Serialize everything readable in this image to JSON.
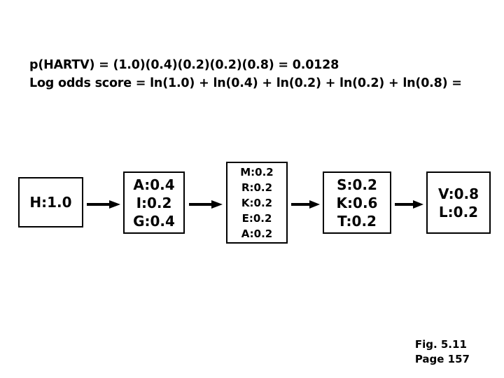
{
  "slide": {
    "equations": [
      "p(HARTV) = (1.0)(0.4)(0.2)(0.2)(0.8) = 0.0128",
      "Log odds score = ln(1.0) + ln(0.4) + ln(0.2) + ln(0.2) + ln(0.8) ="
    ],
    "diagram": {
      "type": "chain",
      "arrow_count": 4,
      "nodes": [
        {
          "lines": [
            "H:1.0"
          ]
        },
        {
          "lines": [
            "A:0.4",
            "I:0.2",
            "G:0.4"
          ]
        },
        {
          "lines": [
            "M:0.2",
            "R:0.2",
            "K:0.2",
            "E:0.2",
            "A:0.2"
          ]
        },
        {
          "lines": [
            "S:0.2",
            "K:0.6",
            "T:0.2"
          ]
        },
        {
          "lines": [
            "V:0.8",
            "L:0.2"
          ]
        }
      ]
    },
    "caption": {
      "figure": "Fig. 5.11",
      "page": "Page 157"
    },
    "colors": {
      "text": "#000000",
      "background": "#ffffff",
      "box_border": "#000000"
    }
  }
}
